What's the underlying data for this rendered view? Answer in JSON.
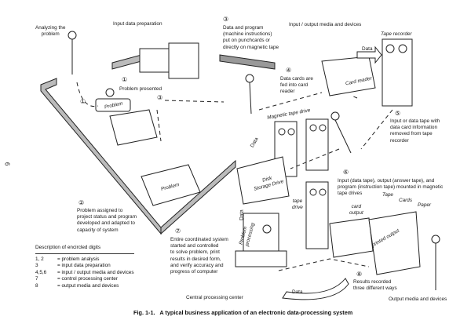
{
  "page_number": "6",
  "labels": {
    "analyzing": "Analyzing the\nproblem",
    "input_prep": "Input data preparation",
    "step3_num": "③",
    "step3_text": "Data and program\n(machine instructions)\nput on punchcards or\ndirectly on magnetic tape",
    "io_media": "Input / output media and devices",
    "tape_recorder": "Tape recorder",
    "data_arrow_1": "Data",
    "card_reader": "Card reader",
    "step4_num": "④",
    "step4_text": "Data cards are\nfed into card\nreader",
    "step1_num": "①",
    "step1_text": "Problem presented",
    "step1b_num": "①",
    "step3b_num": "③",
    "problem_scroll": "Problem",
    "problem_desk": "Problem",
    "step5_num": "⑤",
    "step5_text": "Input or data tape with\ndata card information\nremoved from tape\nrecorder",
    "mag_tape_drive": "Magnetic tape drive",
    "data_arrow_2": "Data",
    "disk_storage": "Disk\nStorage Drive",
    "step6_num": "⑥",
    "step6_text": "Input (data tape), output (answer tape), and\nprogram (instruction tape) mounted in magnetic\ntape drives",
    "tape": "Tape",
    "cards": "Cards",
    "paper": "Paper",
    "card_output": "card\noutput",
    "tape_drive": "tape\ndrive",
    "data_arrow_3": "Data",
    "problem_processing": "Problem\nprocessing",
    "printed_output": "printed output",
    "step2_num": "②",
    "step2_text": "Problem assigned to\nproject status and program\ndeveloped and adapted to\ncapacity of system",
    "step7_num": "⑦",
    "step7_text": "Entire coordinated system\nstarted and controlled\nto solve problem, print\nresults in desired form,\nand verify accuracy and\nprogress of computer",
    "step8_num": "⑧",
    "step8_text": "Results recorded\nthree different ways",
    "data_arrow_4": "Data",
    "central_processing": "Central processing center",
    "output_media": "Output media and devices"
  },
  "legend": {
    "title": "Description of encircled digits",
    "rows": [
      {
        "key": "1, 2",
        "desc": "= problem analysis"
      },
      {
        "key": "3",
        "desc": "= input data preparation"
      },
      {
        "key": "4,5,6",
        "desc": "= input / output media and devices"
      },
      {
        "key": "7",
        "desc": "= control processing center"
      },
      {
        "key": "8",
        "desc": "= output media and devices"
      }
    ]
  },
  "caption": "Fig. 1-1.   A typical business application of an electronic data-processing system"
}
